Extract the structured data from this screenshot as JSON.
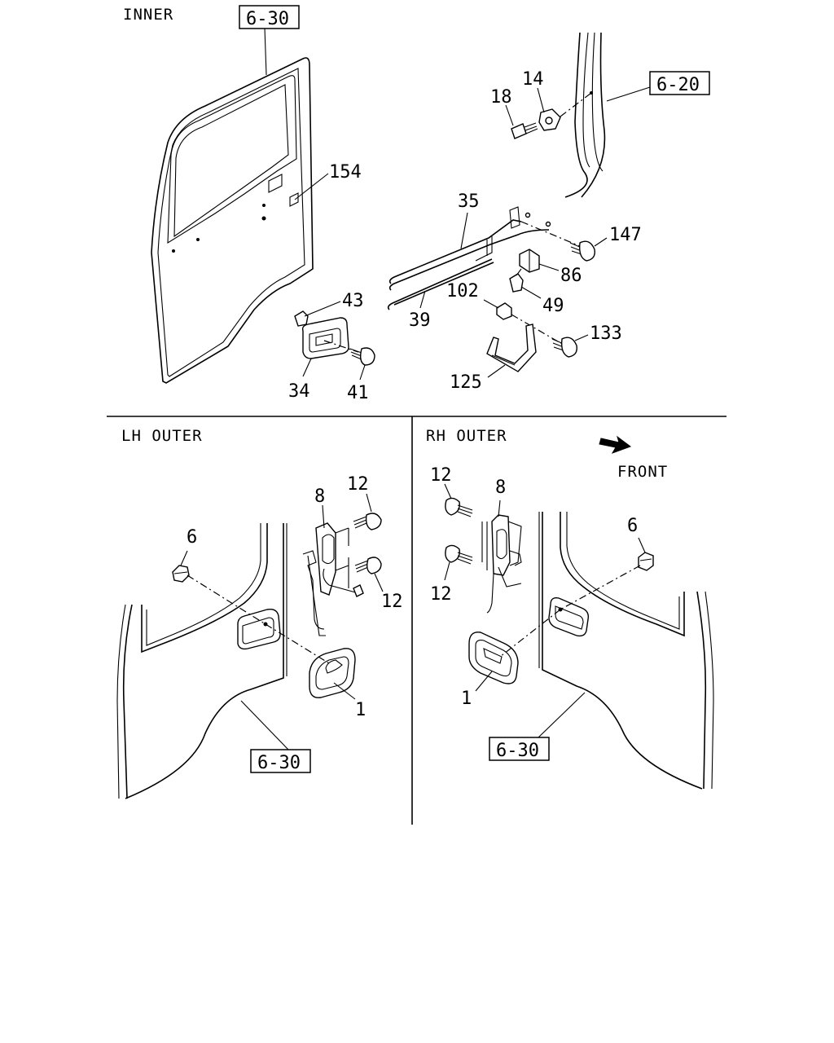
{
  "sections": {
    "inner": "INNER",
    "lh_outer": "LH OUTER",
    "rh_outer": "RH OUTER",
    "front": "FRONT"
  },
  "refs": {
    "inner_door": "6-30",
    "inner_pillar": "6-20",
    "lh_door": "6-30",
    "rh_door": "6-30"
  },
  "callouts": {
    "p154": "154",
    "p14": "14",
    "p18": "18",
    "p35": "35",
    "p147": "147",
    "p86": "86",
    "p102": "102",
    "p49": "49",
    "p39": "39",
    "p133": "133",
    "p43": "43",
    "p34": "34",
    "p41": "41",
    "p125": "125",
    "lh_12_top": "12",
    "lh_8": "8",
    "lh_6": "6",
    "lh_12_bot": "12",
    "lh_1": "1",
    "rh_12_top": "12",
    "rh_8": "8",
    "rh_6": "6",
    "rh_12_bot": "12",
    "rh_1": "1"
  }
}
